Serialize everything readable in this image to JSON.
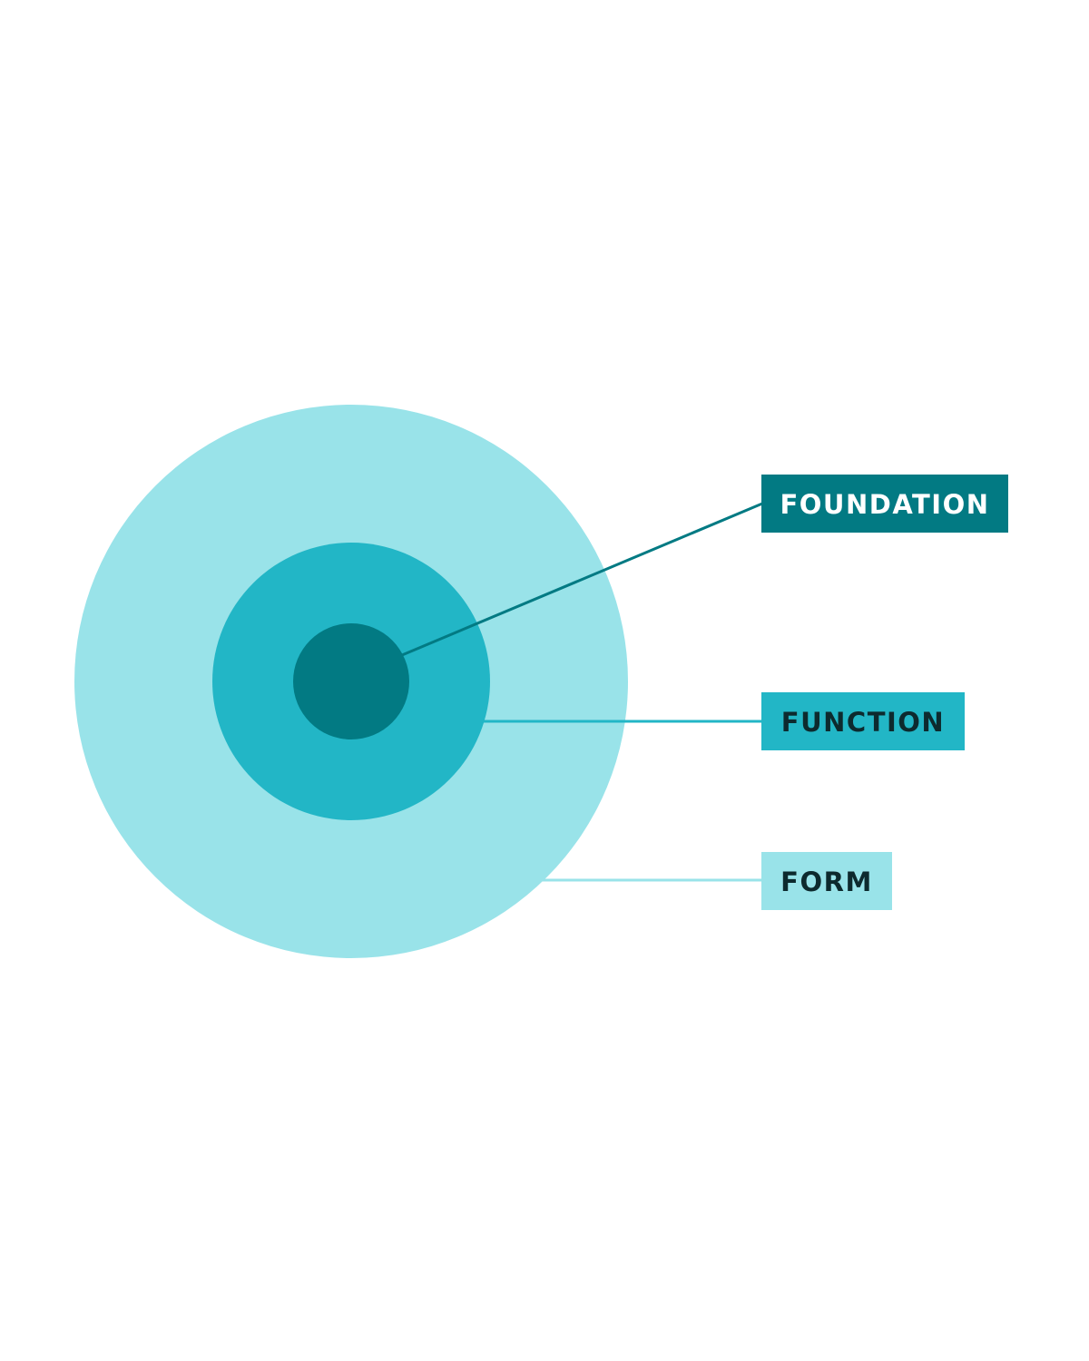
{
  "colors": {
    "background": "#ffffff",
    "outer": "#99e3e9",
    "middle": "#22b6c6",
    "inner": "#027a83",
    "dark_text": "#0d2a2e",
    "light_text": "#ffffff"
  },
  "rings": [
    {
      "name": "Form",
      "color": "#99e3e9"
    },
    {
      "name": "Function",
      "color": "#22b6c6"
    },
    {
      "name": "Foundation",
      "color": "#027a83"
    }
  ],
  "labels": {
    "foundation": "FOUNDATION",
    "function": "FUNCTION",
    "form": "FORM"
  }
}
